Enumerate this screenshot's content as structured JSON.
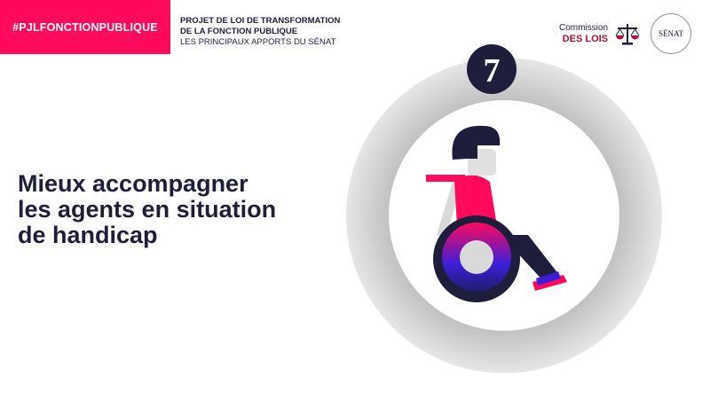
{
  "header": {
    "hashtag": "#PJLFONCTIONPUBLIQUE",
    "project_line1": "PROJET DE LOI DE TRANSFORMATION",
    "project_line2": "DE LA FONCTION PUBLIQUE",
    "project_line3": "LES PRINCIPAUX APPORTS DU SÉNAT"
  },
  "logo": {
    "commission": "Commission",
    "des_lois": "DES LOIS",
    "senat": "SÉNAT"
  },
  "main": {
    "number": "7",
    "title_line1": "Mieux accompagner",
    "title_line2": "les agents en situation",
    "title_line3": "de handicap"
  },
  "colors": {
    "pink": "#ff0a5c",
    "navy": "#1e1e3c"
  }
}
